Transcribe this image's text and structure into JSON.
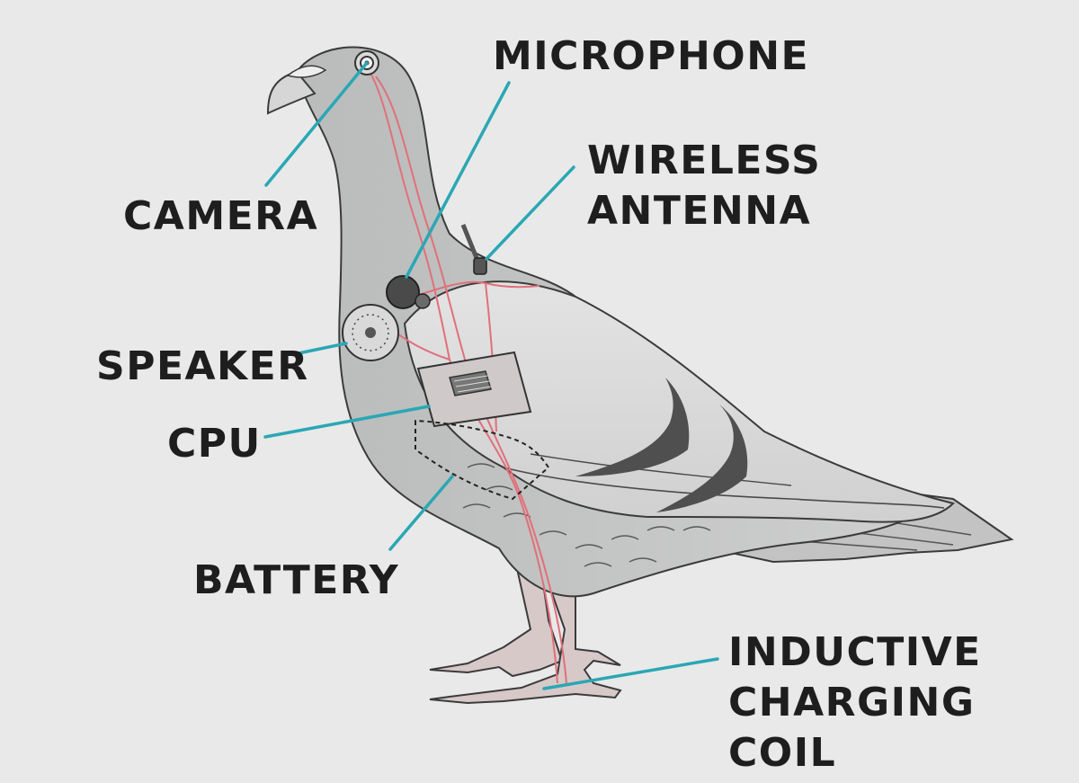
{
  "labels": {
    "microphone": "MICROPHONE",
    "wireless_antenna": [
      "WIRELESS",
      "ANTENNA"
    ],
    "camera": "CAMERA",
    "speaker": "SPEAKER",
    "cpu": "CPU",
    "battery": "BATTERY",
    "inductive_charging_coil": [
      "INDUCTIVE",
      "CHARGING",
      "COIL"
    ]
  },
  "colors": {
    "background": "#e9e9e9",
    "label_text": "#1e1e1e",
    "leader_line": "#2aa7b4",
    "wiring": "#e0707a",
    "bird_body": "#c4c4c4",
    "wing_bands": "#505050"
  }
}
